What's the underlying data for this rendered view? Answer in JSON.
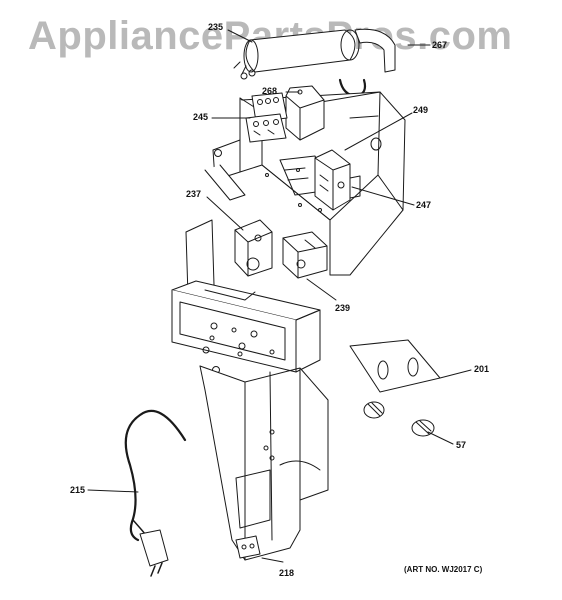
{
  "watermark": "AppliancePartsPros.com",
  "art_number": "(ART NO. WJ2017 C)",
  "callouts": {
    "c235": "235",
    "c267": "267",
    "c268": "268",
    "c245": "245",
    "c249": "249",
    "c237": "237",
    "c247": "247",
    "c239": "239",
    "c201": "201",
    "c57": "57",
    "c215": "215",
    "c218": "218"
  },
  "colors": {
    "line": "#1a1a1a",
    "watermark": "#b9b9b9",
    "background": "#ffffff"
  }
}
